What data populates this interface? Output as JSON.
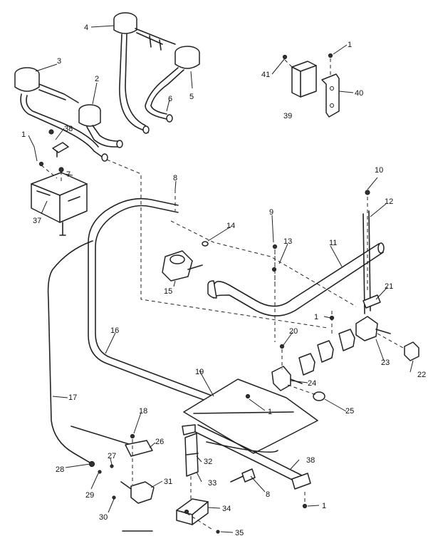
{
  "callouts": [
    {
      "id": "c1a",
      "text": "1"
    },
    {
      "id": "c1b",
      "text": "1"
    },
    {
      "id": "c1c",
      "text": "1"
    },
    {
      "id": "c1d",
      "text": "1"
    },
    {
      "id": "c1e",
      "text": "1"
    },
    {
      "id": "c2",
      "text": "2"
    },
    {
      "id": "c3",
      "text": "3"
    },
    {
      "id": "c4",
      "text": "4"
    },
    {
      "id": "c5",
      "text": "5"
    },
    {
      "id": "c6",
      "text": "6"
    },
    {
      "id": "c7",
      "text": "7"
    },
    {
      "id": "c8a",
      "text": "8"
    },
    {
      "id": "c8b",
      "text": "8"
    },
    {
      "id": "c9",
      "text": "9"
    },
    {
      "id": "c10",
      "text": "10"
    },
    {
      "id": "c11",
      "text": "11"
    },
    {
      "id": "c12",
      "text": "12"
    },
    {
      "id": "c13",
      "text": "13"
    },
    {
      "id": "c14",
      "text": "14"
    },
    {
      "id": "c15",
      "text": "15"
    },
    {
      "id": "c16",
      "text": "16"
    },
    {
      "id": "c17",
      "text": "17"
    },
    {
      "id": "c18",
      "text": "18"
    },
    {
      "id": "c19",
      "text": "19"
    },
    {
      "id": "c20",
      "text": "20"
    },
    {
      "id": "c21",
      "text": "21"
    },
    {
      "id": "c22",
      "text": "22"
    },
    {
      "id": "c23",
      "text": "23"
    },
    {
      "id": "c24",
      "text": "24"
    },
    {
      "id": "c25",
      "text": "25"
    },
    {
      "id": "c26",
      "text": "26"
    },
    {
      "id": "c27",
      "text": "27"
    },
    {
      "id": "c28",
      "text": "28"
    },
    {
      "id": "c29",
      "text": "29"
    },
    {
      "id": "c30",
      "text": "30"
    },
    {
      "id": "c31",
      "text": "31"
    },
    {
      "id": "c32",
      "text": "32"
    },
    {
      "id": "c33",
      "text": "33"
    },
    {
      "id": "c34",
      "text": "34"
    },
    {
      "id": "c35",
      "text": "35"
    },
    {
      "id": "c37",
      "text": "37"
    },
    {
      "id": "c38a",
      "text": "38"
    },
    {
      "id": "c38b",
      "text": "38"
    },
    {
      "id": "c39",
      "text": "39"
    },
    {
      "id": "c40",
      "text": "40"
    },
    {
      "id": "c41",
      "text": "41"
    }
  ]
}
